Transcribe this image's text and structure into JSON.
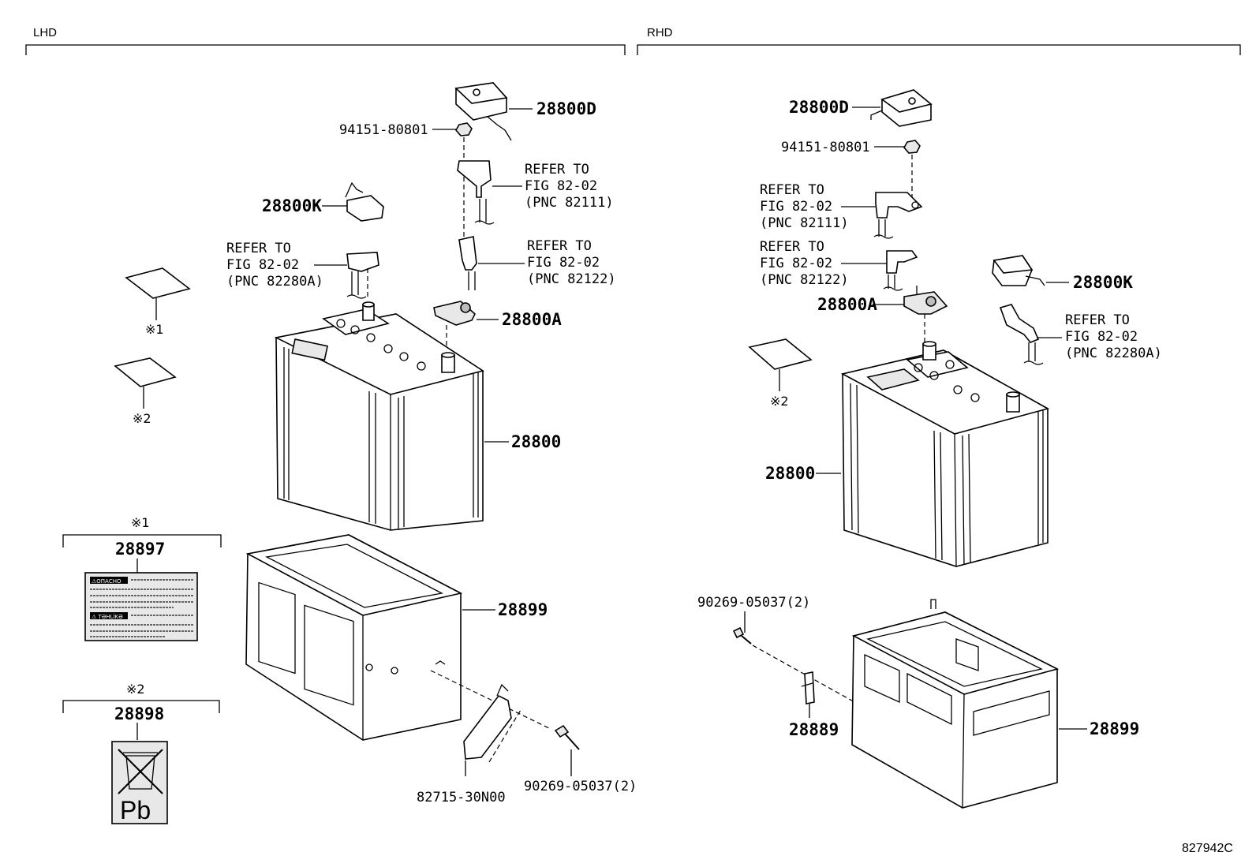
{
  "sections": {
    "lhd": "LHD",
    "rhd": "RHD"
  },
  "figure_id": "827942C",
  "lhd": {
    "cover_28800d": "28800D",
    "nut": "94151-80801",
    "refer_82111": {
      "l1": "REFER TO",
      "l2": "FIG 82-02",
      "l3": "(PNC 82111)"
    },
    "cover_28800k": "28800K",
    "refer_82122": {
      "l1": "REFER TO",
      "l2": "FIG 82-02",
      "l3": "(PNC 82122)"
    },
    "refer_82280a": {
      "l1": "REFER TO",
      "l2": "FIG 82-02",
      "l3": "(PNC 82280A)"
    },
    "terminal_28800a": "28800A",
    "battery": "28800",
    "tray": "28899",
    "bracket": "82715-30N00",
    "bolt": "90269-05037(2)",
    "note1": "※1",
    "note2": "※2"
  },
  "rhd": {
    "cover_28800d": "28800D",
    "nut": "94151-80801",
    "refer_82111": {
      "l1": "REFER TO",
      "l2": "FIG 82-02",
      "l3": "(PNC 82111)"
    },
    "refer_82122": {
      "l1": "REFER TO",
      "l2": "FIG 82-02",
      "l3": "(PNC 82122)"
    },
    "terminal_28800a": "28800A",
    "cover_28800k": "28800K",
    "refer_82280a": {
      "l1": "REFER TO",
      "l2": "FIG 82-02",
      "l3": "(PNC 82280A)"
    },
    "battery": "28800",
    "bolt": "90269-05037(2)",
    "bracket": "28889",
    "tray": "28899",
    "note2": "※2"
  },
  "labels": {
    "label1": {
      "note": "※1",
      "pnc": "28897",
      "warn_a": "⚠ОПАСНО",
      "warn_b": "⚠ TƏHLİKƏ"
    },
    "label2": {
      "note": "※2",
      "pnc": "28898",
      "pb": "Pb"
    }
  }
}
